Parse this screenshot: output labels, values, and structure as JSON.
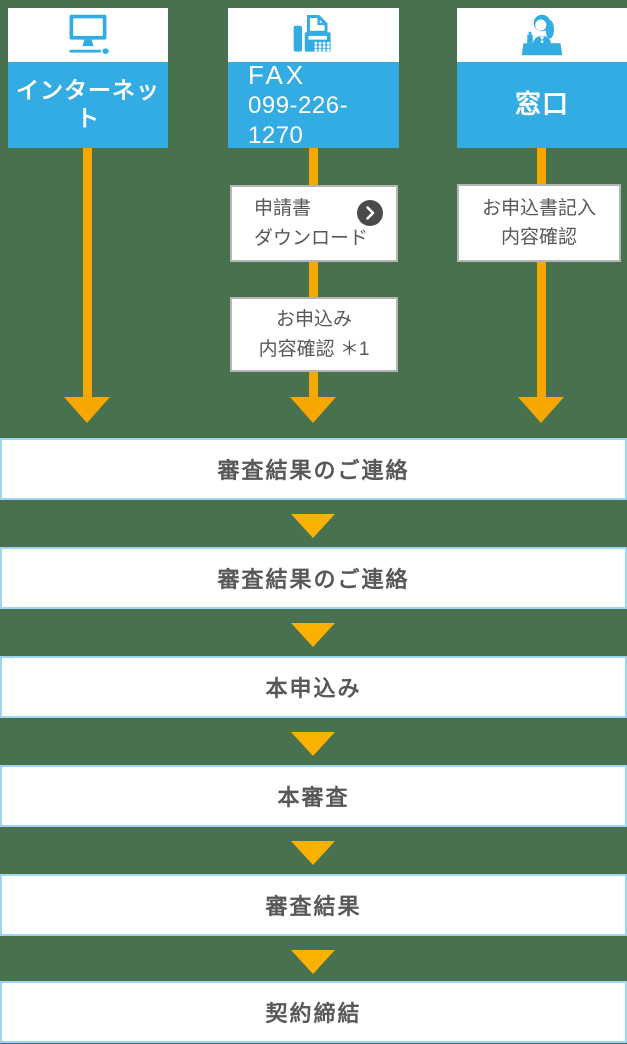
{
  "colors": {
    "background_green": "#48714F",
    "accent_blue": "#33ACE3",
    "arrow_orange": "#F6A800",
    "triangle_orange": "#FBB100",
    "bar_border_blue": "#9FD5F1",
    "text_gray": "#595757",
    "chevron_circle_gray": "#4A4A4A"
  },
  "channels": [
    {
      "label": "インターネット",
      "icon": "monitor-icon"
    },
    {
      "label": "FAX",
      "phone": "099-226-1270",
      "icon": "fax-icon"
    },
    {
      "label": "窓口",
      "icon": "receptionist-icon"
    }
  ],
  "steps": {
    "fax_download": {
      "line1": "申請書",
      "line2": "ダウンロード",
      "icon": "chevron-right-circle-icon"
    },
    "fax_confirm": {
      "line1": "お申込み",
      "line2": "内容確認 ＊1"
    },
    "counter_confirm": {
      "line1": "お申込書記入",
      "line2": "内容確認"
    }
  },
  "stages": [
    {
      "label": "審査結果のご連絡"
    },
    {
      "label": "審査結果のご連絡"
    },
    {
      "label": "本申込み"
    },
    {
      "label": "本審査"
    },
    {
      "label": "審査結果"
    },
    {
      "label": "契約締結"
    }
  ]
}
